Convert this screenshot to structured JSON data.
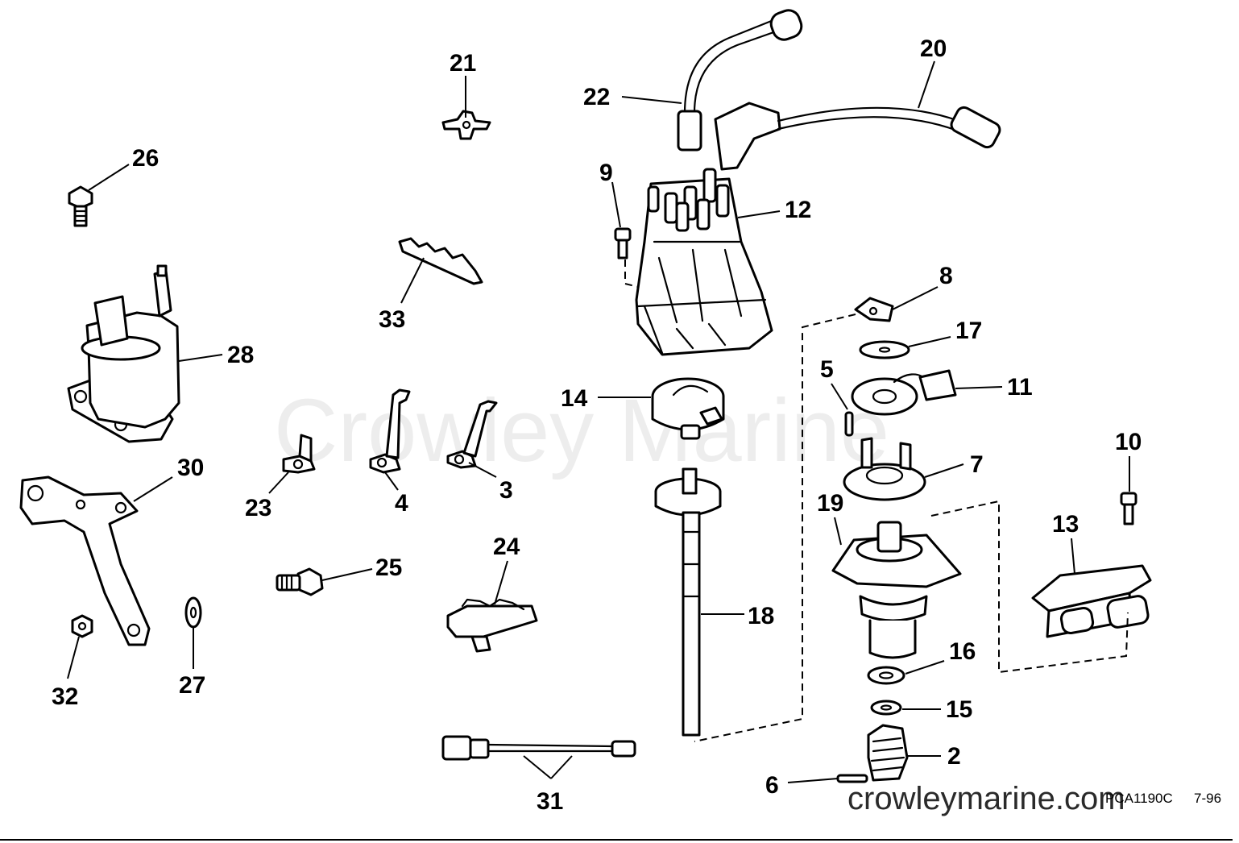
{
  "diagram": {
    "watermark": "Crowley Marine",
    "site": "crowleymarine.com",
    "figure_code": "PCA1190C",
    "revision": "7-96",
    "colors": {
      "ink": "#000000",
      "paper": "#ffffff",
      "watermark": "#d8d8d8"
    },
    "callouts": [
      {
        "id": "2",
        "label": "2"
      },
      {
        "id": "3",
        "label": "3"
      },
      {
        "id": "4",
        "label": "4"
      },
      {
        "id": "5",
        "label": "5"
      },
      {
        "id": "6",
        "label": "6"
      },
      {
        "id": "7",
        "label": "7"
      },
      {
        "id": "8",
        "label": "8"
      },
      {
        "id": "9",
        "label": "9"
      },
      {
        "id": "10",
        "label": "10"
      },
      {
        "id": "11",
        "label": "11"
      },
      {
        "id": "12",
        "label": "12"
      },
      {
        "id": "13",
        "label": "13"
      },
      {
        "id": "14",
        "label": "14"
      },
      {
        "id": "15",
        "label": "15"
      },
      {
        "id": "16",
        "label": "16"
      },
      {
        "id": "17",
        "label": "17"
      },
      {
        "id": "18",
        "label": "18"
      },
      {
        "id": "19",
        "label": "19"
      },
      {
        "id": "20",
        "label": "20"
      },
      {
        "id": "21",
        "label": "21"
      },
      {
        "id": "22",
        "label": "22"
      },
      {
        "id": "23",
        "label": "23"
      },
      {
        "id": "24",
        "label": "24"
      },
      {
        "id": "25",
        "label": "25"
      },
      {
        "id": "26",
        "label": "26"
      },
      {
        "id": "27",
        "label": "27"
      },
      {
        "id": "28",
        "label": "28"
      },
      {
        "id": "30",
        "label": "30"
      },
      {
        "id": "31",
        "label": "31"
      },
      {
        "id": "32",
        "label": "32"
      },
      {
        "id": "33",
        "label": "33"
      }
    ]
  }
}
